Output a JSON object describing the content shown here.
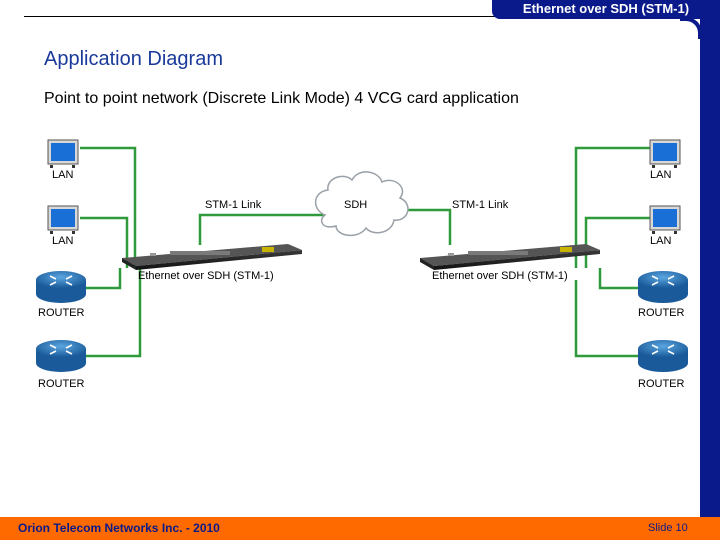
{
  "header": {
    "tab_title": "Ethernet over SDH (STM-1)"
  },
  "slide": {
    "title": "Application Diagram",
    "subtitle": "Point to point network (Discrete Link Mode) 4 VCG card application"
  },
  "diagram": {
    "left": {
      "lan_top": "LAN",
      "lan_bottom": "LAN",
      "router_top": "ROUTER",
      "router_bottom": "ROUTER",
      "device_label": "Ethernet over SDH (STM-1)",
      "link_label": "STM-1 Link"
    },
    "right": {
      "lan_top": "LAN",
      "lan_bottom": "LAN",
      "router_top": "ROUTER",
      "router_bottom": "ROUTER",
      "device_label": "Ethernet over SDH (STM-1)",
      "link_label": "STM-1 Link"
    },
    "cloud_label": "SDH",
    "colors": {
      "link_green": "#2e9a3c",
      "router_blue": "#1f6fb2",
      "monitor_screen": "#1a6fd6",
      "cloud_gray": "#9aa0a8"
    }
  },
  "footer": {
    "company": "Orion Telecom Networks Inc. - 2010",
    "slide_number": "Slide 10"
  }
}
